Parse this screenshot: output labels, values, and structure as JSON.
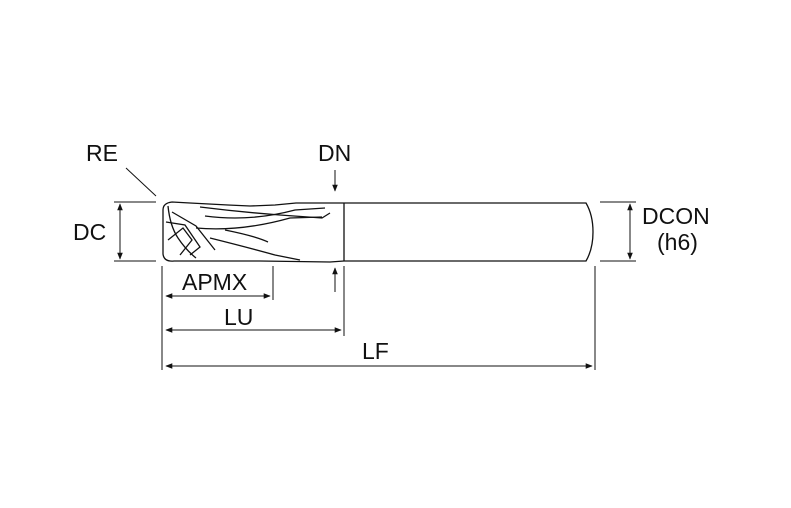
{
  "labels": {
    "re": "RE",
    "dn": "DN",
    "dc": "DC",
    "dcon": "DCON",
    "dcon_tolerance": "(h6)",
    "apmx": "APMX",
    "lu": "LU",
    "lf": "LF"
  },
  "colors": {
    "line": "#111111",
    "background": "#ffffff"
  }
}
